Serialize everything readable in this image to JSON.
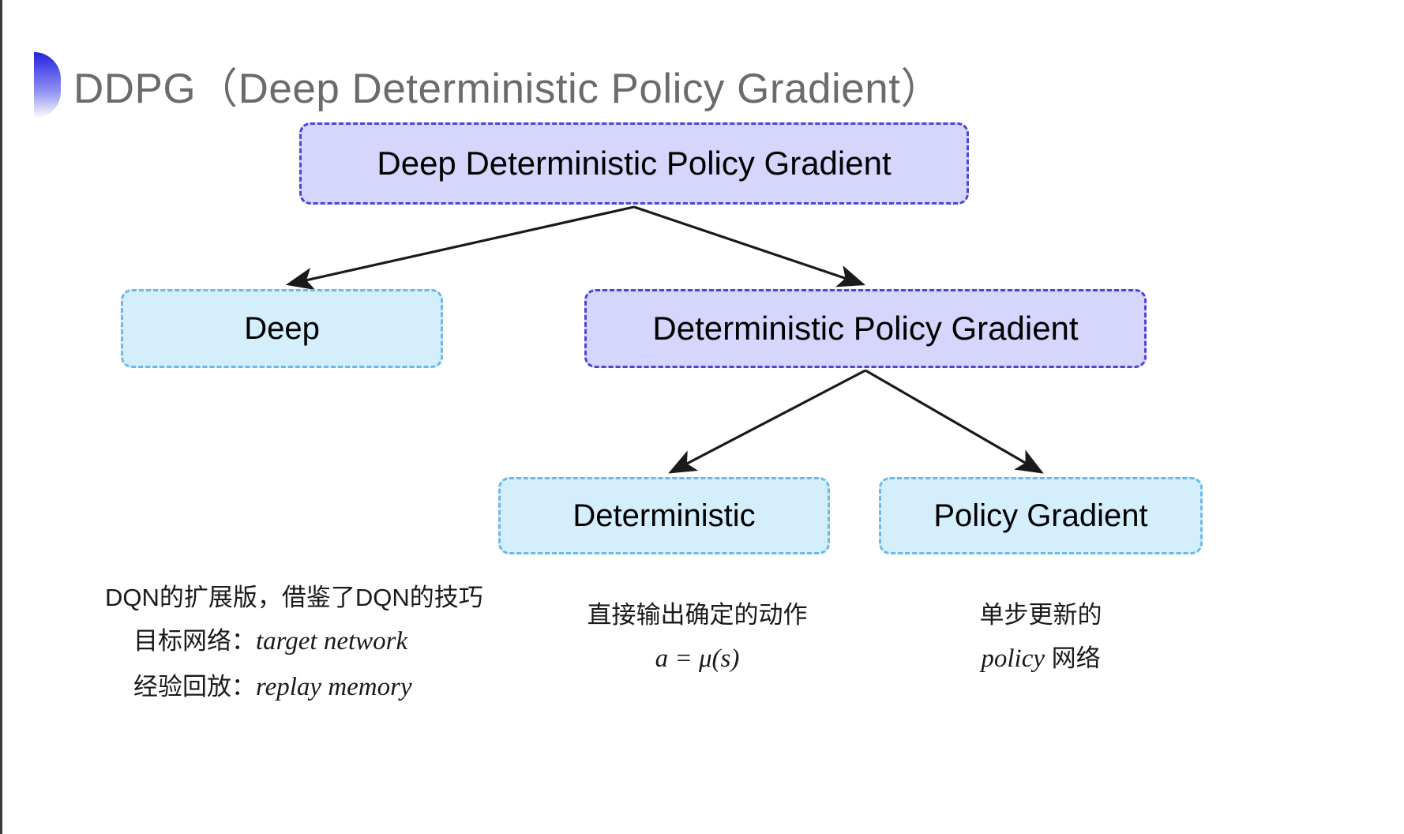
{
  "slide": {
    "title": "DDPG（Deep Deterministic Policy Gradient）",
    "bullet_icon": "half-circle-gradient-icon",
    "background_color": "#ffffff",
    "accent_color": "#2323dd"
  },
  "diagram": {
    "type": "tree-diagram",
    "nodes": {
      "root": {
        "label": "Deep Deterministic Policy Gradient",
        "fill": "#d6d5fb",
        "border": "#4b44d8"
      },
      "deep": {
        "label": "Deep",
        "fill": "#d4eefb",
        "border": "#6cb9e8"
      },
      "dpg": {
        "label": "Deterministic Policy Gradient",
        "fill": "#d6d5fb",
        "border": "#4b44d8"
      },
      "deterministic": {
        "label": "Deterministic",
        "fill": "#d4eefb",
        "border": "#6cb9e8"
      },
      "policy_gradient": {
        "label": "Policy Gradient",
        "fill": "#d4eefb",
        "border": "#6cb9e8"
      }
    },
    "edges": [
      {
        "from": "root",
        "to": "deep"
      },
      {
        "from": "root",
        "to": "dpg"
      },
      {
        "from": "dpg",
        "to": "deterministic"
      },
      {
        "from": "dpg",
        "to": "policy_gradient"
      }
    ]
  },
  "notes": {
    "deep": {
      "line1": "DQN的扩展版，借鉴了DQN的技巧",
      "line2_label": "目标网络：",
      "line2_term": "target network",
      "line3_label": "经验回放：",
      "line3_term": "replay memory"
    },
    "deterministic": {
      "line1": "直接输出确定的动作",
      "line2_formula": "a = μ(s)"
    },
    "policy_gradient": {
      "line1": "单步更新的",
      "line2_term": "policy",
      "line2_suffix": "网络"
    }
  }
}
